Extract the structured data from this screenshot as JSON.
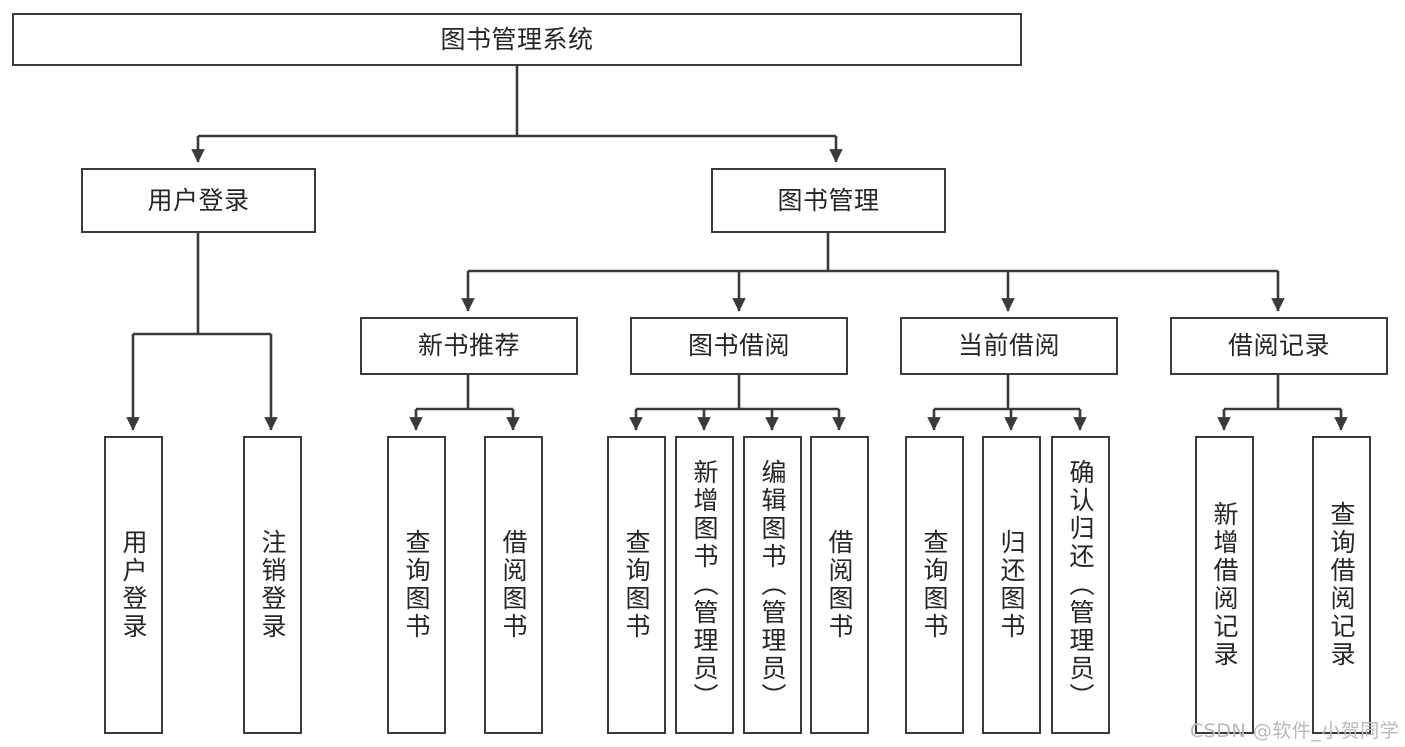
{
  "diagram": {
    "title": "图书管理系统",
    "type": "tree-hierarchy",
    "watermark": "CSDN @软件_小贺同学",
    "colors": {
      "box_border": "#3a3a3a",
      "box_fill": "#ffffff",
      "connector": "#3a3a3a",
      "text": "#262626",
      "watermark": "#b8b8b8",
      "background": "#ffffff"
    },
    "nodes": {
      "root": {
        "label": "图书管理系统"
      },
      "level2": [
        {
          "id": "user_login",
          "label": "用户登录"
        },
        {
          "id": "book_manage",
          "label": "图书管理"
        }
      ],
      "level3": [
        {
          "id": "new_book_rec",
          "label": "新书推荐"
        },
        {
          "id": "book_borrow",
          "label": "图书借阅"
        },
        {
          "id": "current_borrow",
          "label": "当前借阅"
        },
        {
          "id": "borrow_record",
          "label": "借阅记录"
        }
      ],
      "leaves": {
        "user_login": [
          {
            "id": "leaf_user_login",
            "label": "用户登录"
          },
          {
            "id": "leaf_user_logout",
            "label": "注销登录"
          }
        ],
        "new_book_rec": [
          {
            "id": "leaf_query_book_1",
            "label": "查询图书"
          },
          {
            "id": "leaf_borrow_book_1",
            "label": "借阅图书"
          }
        ],
        "book_borrow": [
          {
            "id": "leaf_query_book_2",
            "label": "查询图书"
          },
          {
            "id": "leaf_add_book",
            "label": "新增图书（管理员）"
          },
          {
            "id": "leaf_edit_book",
            "label": "编辑图书（管理员）"
          },
          {
            "id": "leaf_borrow_book_2",
            "label": "借阅图书"
          }
        ],
        "current_borrow": [
          {
            "id": "leaf_query_book_3",
            "label": "查询图书"
          },
          {
            "id": "leaf_return_book",
            "label": "归还图书"
          },
          {
            "id": "leaf_confirm_return",
            "label": "确认归还（管理员）"
          }
        ],
        "borrow_record": [
          {
            "id": "leaf_add_record",
            "label": "新增借阅记录"
          },
          {
            "id": "leaf_query_record",
            "label": "查询借阅记录"
          }
        ]
      }
    }
  }
}
